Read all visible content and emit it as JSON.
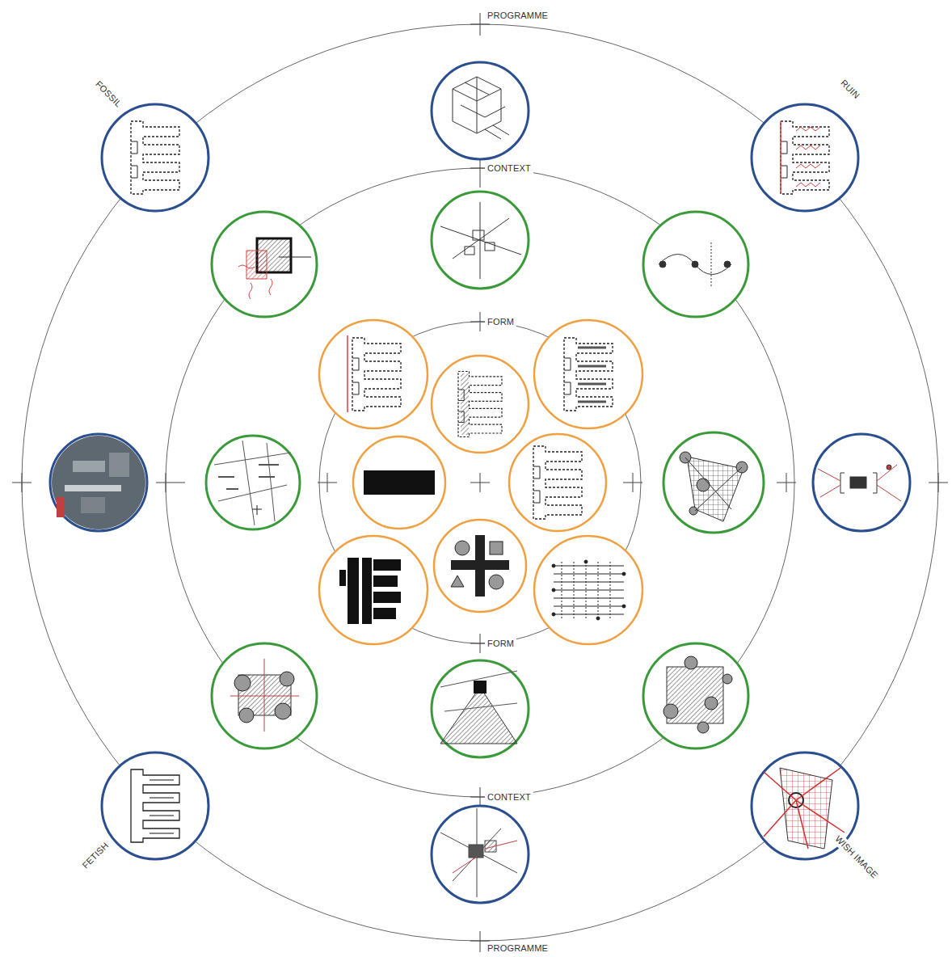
{
  "diagram": {
    "labels": [
      "PROGRAMME",
      "CONTEXT",
      "FORM",
      "FORM",
      "CONTEXT",
      "PROGRAMME",
      "FOSSIL",
      "RUIN",
      "FETISH",
      "WISH IMAGE"
    ]
  }
}
